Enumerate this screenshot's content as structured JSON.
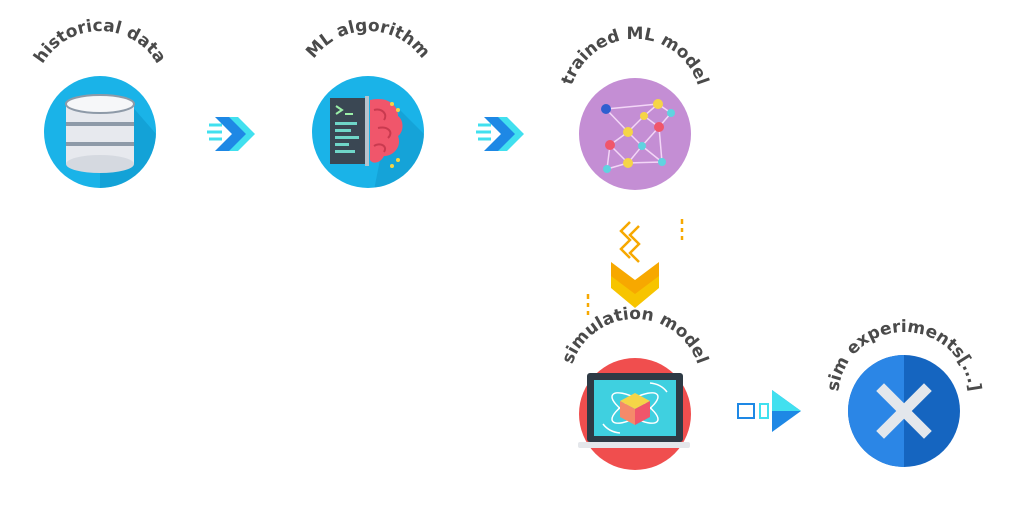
{
  "nodes": {
    "historical_data": {
      "label": "historical data",
      "color": "#1ab3e8"
    },
    "ml_algorithm": {
      "label": "ML algorithm",
      "color": "#1ab3e8"
    },
    "trained_ml_model": {
      "label": "trained ML model",
      "color": "#c48ed4"
    },
    "simulation_model": {
      "label": "simulation model",
      "color": "#f04e4e"
    },
    "sim_experiments": {
      "label": "sim experiments[...]",
      "color": "#1565c0"
    }
  },
  "icons": {
    "historical_data": "database-icon",
    "ml_algorithm": "brain-code-icon",
    "trained_ml_model": "network-graph-icon",
    "simulation_model": "laptop-atom-icon",
    "sim_experiments": "close-x-icon"
  }
}
